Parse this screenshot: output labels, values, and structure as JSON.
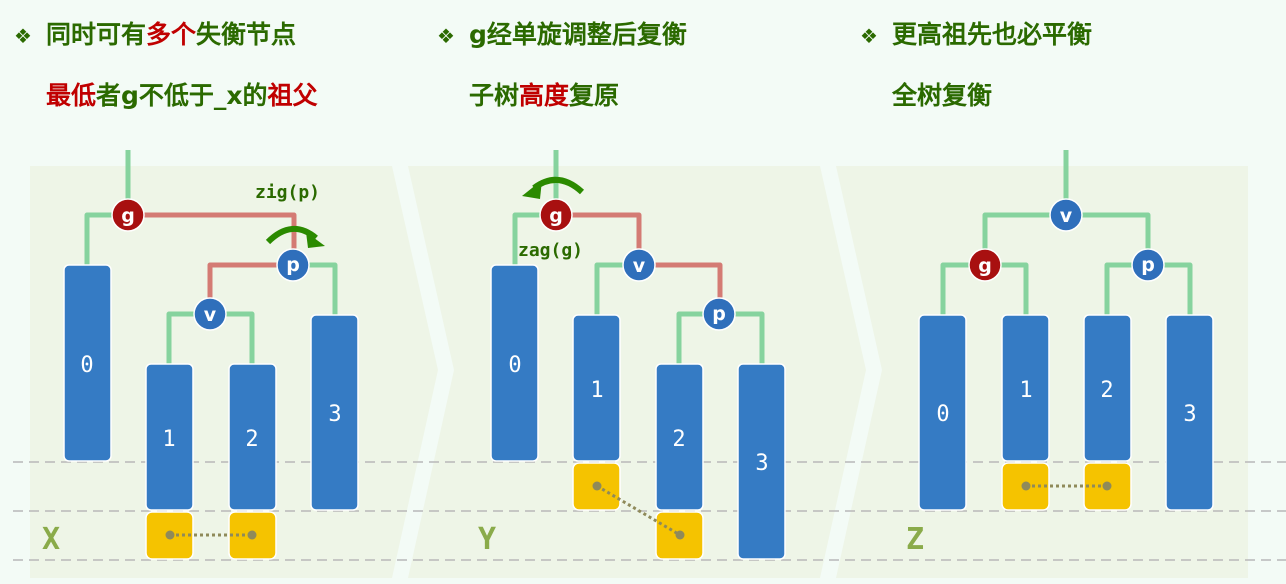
{
  "columns": [
    {
      "bullet": "❖",
      "line1": [
        {
          "text": "同时可有",
          "red": false
        },
        {
          "text": "多个",
          "red": true
        },
        {
          "text": "失衡节点",
          "red": false
        }
      ],
      "line2": [
        {
          "text": "最低",
          "red": true
        },
        {
          "text": "者g不低于_x的",
          "red": false
        },
        {
          "text": "祖父",
          "red": true
        }
      ],
      "operation": "zig(p)",
      "height_label": "X",
      "nodes": {
        "g": "g",
        "p": "p",
        "v": "v"
      },
      "subtrees": [
        "0",
        "1",
        "2",
        "3"
      ]
    },
    {
      "bullet": "❖",
      "line1": [
        {
          "text": "g经单旋调整后复衡",
          "red": false
        }
      ],
      "line2": [
        {
          "text": "子树",
          "red": false
        },
        {
          "text": "高度",
          "red": true
        },
        {
          "text": "复原",
          "red": false
        }
      ],
      "operation": "zag(g)",
      "height_label": "Y",
      "nodes": {
        "g": "g",
        "p": "p",
        "v": "v"
      },
      "subtrees": [
        "0",
        "1",
        "2",
        "3"
      ]
    },
    {
      "bullet": "❖",
      "line1": [
        {
          "text": "更高祖先也必平衡",
          "red": false
        }
      ],
      "line2": [
        {
          "text": "全树复衡",
          "red": false
        }
      ],
      "height_label": "Z",
      "nodes": {
        "g": "g",
        "p": "p",
        "v": "v"
      },
      "subtrees": [
        "0",
        "1",
        "2",
        "3"
      ]
    }
  ],
  "colors": {
    "green_text": "#2b6a00",
    "red_text": "#c00000",
    "subtree": "#357bc4",
    "yellow": "#f5c300",
    "edge_green": "#86d39e",
    "edge_red": "#d47b74"
  }
}
